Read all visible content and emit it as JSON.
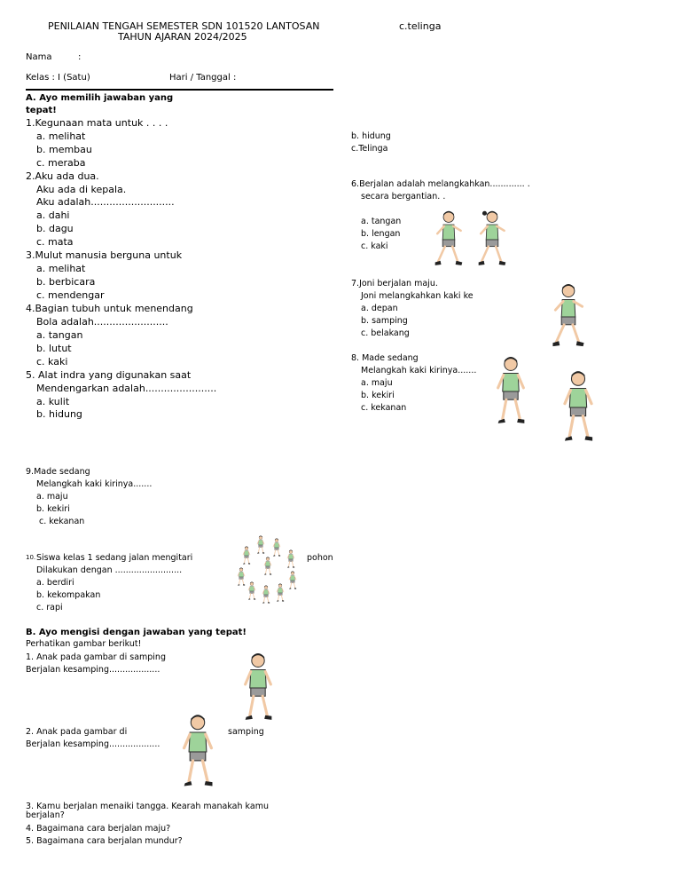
{
  "header": {
    "title_line1": "PENILAIAN TENGAH SEMESTER SDN 101520 LANTOSAN",
    "title_line2": "TAHUN AJARAN 2024/2025",
    "stray_option": "c.telinga"
  },
  "info": {
    "nama_label": "Nama",
    "nama_colon": ":",
    "kelas": "Kelas :  I (Satu)",
    "hari": "Hari / Tanggal  :"
  },
  "section_a": {
    "title_line1": "A. Ayo memilih  jawaban yang",
    "title_line2": "tepat!",
    "q1": {
      "stem": "1.Kegunaan mata untuk . . . .",
      "a": "a. melihat",
      "b": "b. membau",
      "c": "c. meraba"
    },
    "q2": {
      "stem1": "2.Aku ada dua.",
      "stem2": "Aku ada di kepala.",
      "stem3": "Aku adalah...........................",
      "a": "a. dahi",
      "b": "b. dagu",
      "c": "c. mata"
    },
    "q3": {
      "stem": "3.Mulut manusia berguna untuk",
      "a": "a. melihat",
      "b": "b. berbicara",
      "c": "c. mendengar"
    },
    "q4": {
      "stem1": "4.Bagian tubuh untuk menendang",
      "stem2": "Bola adalah........................",
      "a": "a. tangan",
      "b": "b. lutut",
      "c": "c. kaki"
    },
    "q5": {
      "stem1": "5. Alat indra yang digunakan saat",
      "stem2": "Mendengarkan adalah.......................",
      "a": "a. kulit",
      "b": "b. hidung"
    },
    "right_top": {
      "b": "b. hidung",
      "c": "c.Telinga"
    },
    "q6": {
      "stem1": "6.Berjalan adalah melangkahkan............. .",
      "stem2": "secara bergantian. .",
      "a": "a. tangan",
      "b": "b. lengan",
      "c": "c. kaki"
    },
    "q7": {
      "stem1": "7.Joni berjalan maju.",
      "stem2": "Joni melangkahkan kaki ke",
      "a": "a. depan",
      "b": "b. samping",
      "c": "c. belakang"
    },
    "q8": {
      "stem1": "8. Made sedang",
      "stem2": "Melangkah kaki kirinya.......",
      "a": "a. maju",
      "b": "b. kekiri",
      "c": "c. kekanan"
    },
    "q9": {
      "stem1": "9.Made sedang",
      "stem2": "Melangkah kaki kirinya.......",
      "a": "a. maju",
      "b": "b. kekiri",
      "c": "c. kekanan"
    },
    "q10": {
      "num": "10.",
      "stem1": "Siswa kelas 1 sedang jalan mengitari",
      "stem1_end": "pohon",
      "stem2": "Dilakukan dengan .........................",
      "a": "a. berdiri",
      "b": "b. kekompakan",
      "c": "c. rapi"
    }
  },
  "section_b": {
    "title": "B. Ayo mengisi dengan jawaban yang tepat!",
    "intro": "Perhatikan gambar berikut!",
    "q1_line1": "1. Anak pada gambar di samping",
    "q1_line2": "Berjalan kesamping...................",
    "q2_line1": "2. Anak pada gambar di",
    "q2_line1_end": "samping",
    "q2_line2": "Berjalan kesamping...................",
    "q3_line1": "3. Kamu berjalan menaiki tangga. Kearah manakah kamu",
    "q3_line2": "berjalan?",
    "q4": "4. Bagaimana cara berjalan maju?",
    "q5": "5. Bagaimana cara berjalan mundur?"
  }
}
